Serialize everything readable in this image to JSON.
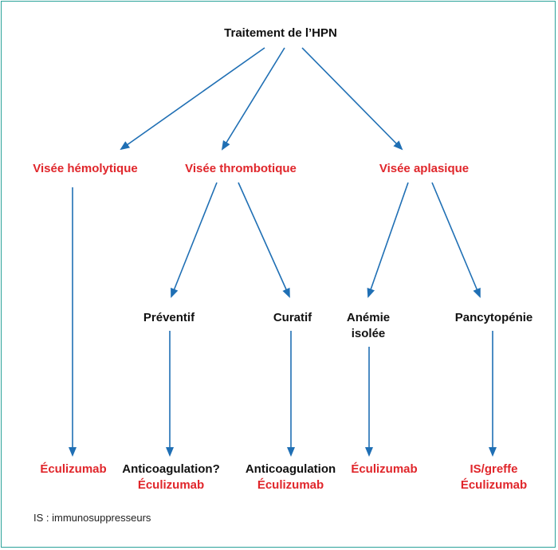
{
  "title": "Traitement de l’HPN",
  "branches": {
    "hemolytique": "Visée hémolytique",
    "thrombotique": "Visée thrombotique",
    "aplasique": "Visée aplasique"
  },
  "subnodes": {
    "preventif": "Préventif",
    "curatif": "Curatif",
    "anemie_line1": "Anémie",
    "anemie_line2": "isolée",
    "pancytopenie": "Pancytopénie"
  },
  "outcomes": {
    "hemolytique": "Éculizumab",
    "preventif_line1": "Anticoagulation?",
    "preventif_line2": "Éculizumab",
    "curatif_line1": "Anticoagulation",
    "curatif_line2": "Éculizumab",
    "anemie": "Éculizumab",
    "pancytopenie_line1": "IS/greffe",
    "pancytopenie_line2": "Éculizumab"
  },
  "footnote": "IS : immunosuppresseurs",
  "colors": {
    "arrow": "#1f6fb4",
    "emphasis": "#e0262b",
    "border": "#2aa29a"
  }
}
